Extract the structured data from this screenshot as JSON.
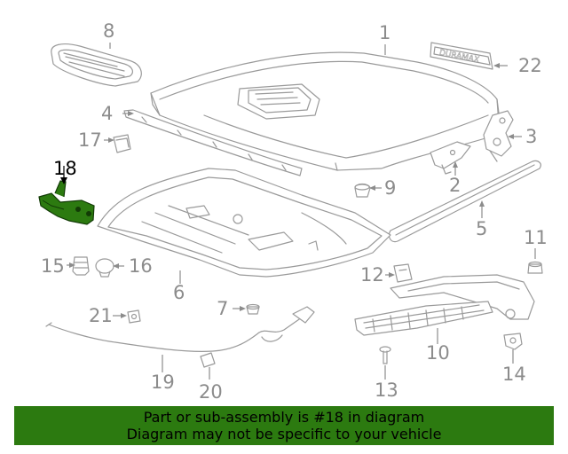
{
  "callouts": {
    "c1": "1",
    "c2": "2",
    "c3": "3",
    "c4": "4",
    "c5": "5",
    "c6": "6",
    "c7": "7",
    "c8": "8",
    "c9": "9",
    "c10": "10",
    "c11": "11",
    "c12": "12",
    "c13": "13",
    "c14": "14",
    "c15": "15",
    "c16": "16",
    "c17": "17",
    "c18": "18",
    "c19": "19",
    "c20": "20",
    "c21": "21",
    "c22": "22"
  },
  "highlight": {
    "part": "18",
    "color": "#2c7a10"
  },
  "emblem_text": "DURAMAX",
  "banner": {
    "line1": "Part or sub-assembly is #18 in diagram",
    "line2": "Diagram may not be specific to your vehicle",
    "background": "#2c7a10"
  }
}
